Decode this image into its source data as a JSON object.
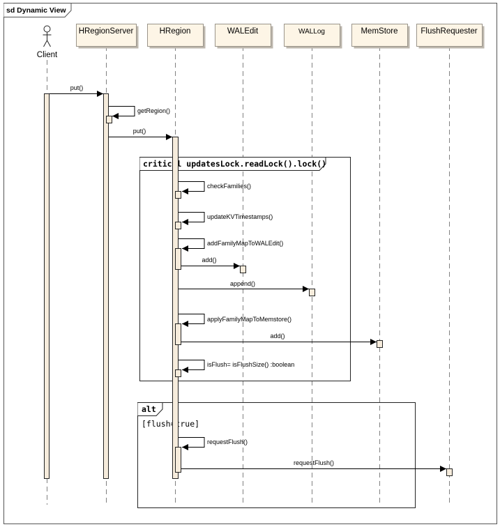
{
  "frame": {
    "title": "sd Dynamic View"
  },
  "lifelines": [
    {
      "id": "client",
      "label": "Client",
      "kind": "actor"
    },
    {
      "id": "hregionserver",
      "label": "HRegionServer",
      "kind": "object"
    },
    {
      "id": "hregion",
      "label": "HRegion",
      "kind": "object"
    },
    {
      "id": "waledit",
      "label": "WALEdit",
      "kind": "object"
    },
    {
      "id": "wallog",
      "label": "WALLog",
      "kind": "object"
    },
    {
      "id": "memstore",
      "label": "MemStore",
      "kind": "object"
    },
    {
      "id": "flushrequester",
      "label": "FlushRequester",
      "kind": "object"
    }
  ],
  "fragments": [
    {
      "id": "critical",
      "label": "critical updatesLock.readLock().lock()"
    },
    {
      "id": "alt",
      "label": "alt",
      "guard": "[flush=true]"
    }
  ],
  "messages": [
    {
      "id": "client-put",
      "label": "put()",
      "from": "client",
      "to": "hregionserver"
    },
    {
      "id": "get-region",
      "label": "getRegion()",
      "from": "hregionserver",
      "to": "hregionserver"
    },
    {
      "id": "server-put",
      "label": "put()",
      "from": "hregionserver",
      "to": "hregion"
    },
    {
      "id": "check-families",
      "label": "checkFamilies()",
      "from": "hregion",
      "to": "hregion"
    },
    {
      "id": "update-kv-timestamps",
      "label": "updateKVTimestamps()",
      "from": "hregion",
      "to": "hregion"
    },
    {
      "id": "add-family-map-to-waledit",
      "label": "addFamilyMapToWALEdit()",
      "from": "hregion",
      "to": "hregion"
    },
    {
      "id": "waledit-add",
      "label": "add()",
      "from": "hregion",
      "to": "waledit"
    },
    {
      "id": "wallog-append",
      "label": "append()",
      "from": "hregion",
      "to": "wallog"
    },
    {
      "id": "apply-family-map-to-memstore",
      "label": "applyFamilyMapToMemstore()",
      "from": "hregion",
      "to": "hregion"
    },
    {
      "id": "memstore-add",
      "label": "add()",
      "from": "hregion",
      "to": "memstore"
    },
    {
      "id": "is-flush",
      "label": "isFlush= isFlushSize() :boolean",
      "from": "hregion",
      "to": "hregion"
    },
    {
      "id": "request-flush-self",
      "label": "requestFlush()",
      "from": "hregion",
      "to": "hregion"
    },
    {
      "id": "request-flush",
      "label": "requestFlush()",
      "from": "hregion",
      "to": "flushrequester"
    }
  ],
  "colors": {
    "header_fill": "#fdf5e6",
    "header_shadow": "#b9b2a6",
    "activation_fill": "#f6ecdc",
    "line": "#000000",
    "lifeline": "#7f7f7f"
  }
}
